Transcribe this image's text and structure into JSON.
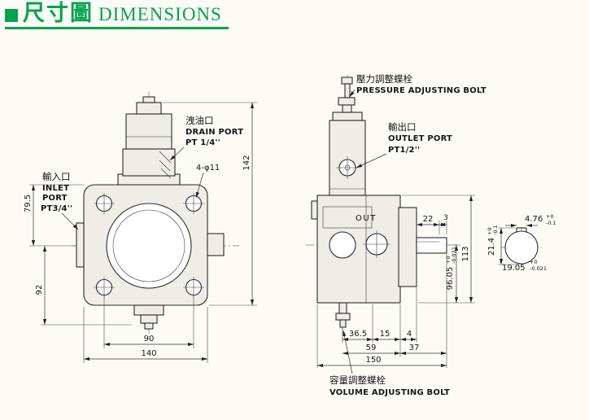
{
  "colors": {
    "accent_green": "#00a34e",
    "line": "#2b2b2b"
  },
  "header": {
    "title_cn": "尺寸圖",
    "title_en": "DIMENSIONS"
  },
  "front_view": {
    "drain_port": {
      "cn": "洩油口",
      "en": "DRAIN PORT",
      "size": "PT 1/4''"
    },
    "inlet_port": {
      "cn": "輸入口",
      "en1": "INLET",
      "en2": "PORT",
      "size": "PT3/4''"
    },
    "holes_label": "4-φ11",
    "dim_142": "142",
    "dim_79_5": "79.5",
    "dim_92": "92",
    "dim_90": "90",
    "dim_140": "140"
  },
  "side_view": {
    "pressure_bolt": {
      "cn": "壓力調整蝶栓",
      "en": "PRESSURE ADJUSTING BOLT"
    },
    "outlet_port": {
      "cn": "輸出口",
      "en": "OUTLET PORT",
      "size": "PT1/2''"
    },
    "out_label": "OUT",
    "volume_bolt": {
      "cn": "容量調整蝶栓",
      "en": "VOLUME ADJUSTING BOLT"
    },
    "dim_22": "22",
    "dim_3": "3",
    "dim_113": "113",
    "dim_96": {
      "value": "96.05",
      "tol_plus": "+0",
      "tol_minus": "-0.021"
    },
    "dim_36_5": "36.5",
    "dim_15": "15",
    "dim_4": "4",
    "dim_59": "59",
    "dim_37": "37",
    "dim_150": "150"
  },
  "shaft_detail": {
    "dim_key": {
      "value": "4.76",
      "tol_plus": "+0",
      "tol_minus": "-0.1"
    },
    "dim_height": {
      "value": "21.4",
      "tol_plus": "+0",
      "tol_minus": "-0.1"
    },
    "dim_dia": {
      "value": "19.05",
      "tol_plus": "+0",
      "tol_minus": "-0.021"
    }
  }
}
